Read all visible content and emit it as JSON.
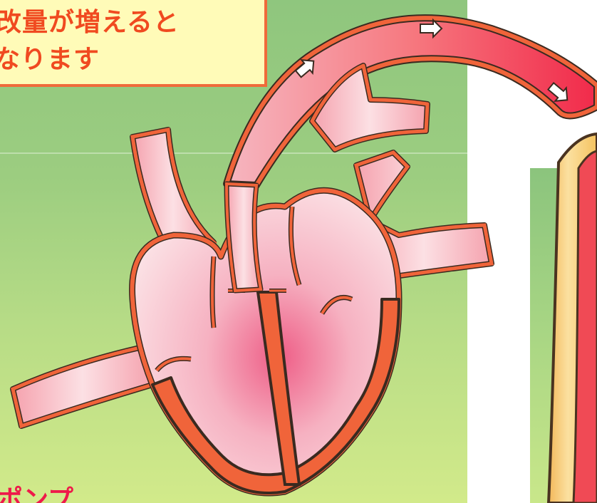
{
  "callout": {
    "line1": "改量が増えると",
    "line2": "なります"
  },
  "bottom_caption": "ポンプ",
  "colors": {
    "vessel_outline": "#f0643a",
    "vessel_fill": "#f6a0ac",
    "aorta_fill": "#f23e5c",
    "heart_inner": "#f7c9d0",
    "background_green": "#9ccd80",
    "callout_fill": "#fffbb8",
    "callout_border": "#f06a3a",
    "tube_yellow": "#f7cf6e"
  },
  "icons": [
    "flow-arrow-icon",
    "flow-arrow-icon",
    "flow-arrow-icon"
  ]
}
